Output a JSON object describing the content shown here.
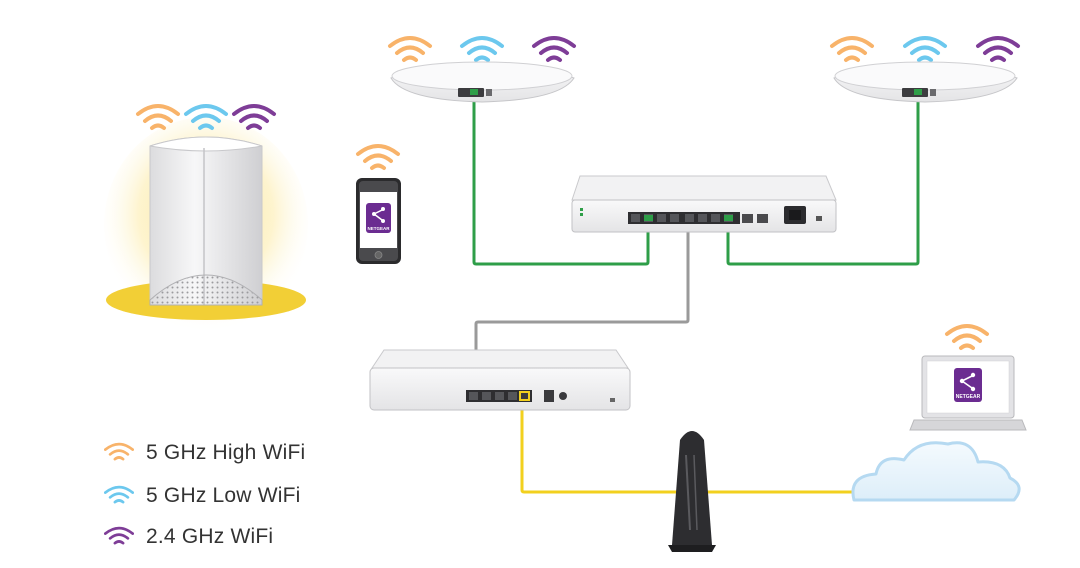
{
  "colors": {
    "wifi_high": "#F8B36A",
    "wifi_low": "#6CC8EE",
    "wifi_24": "#7E3D97",
    "cable_green": "#2E9E48",
    "cable_gray": "#9A9A9A",
    "cable_yellow": "#F2D01E",
    "netgear_purple": "#6B2C91",
    "device_white": "#F3F3F4"
  },
  "devices": {
    "phone_app_label": "NETGEAR",
    "laptop_app_label": "NETGEAR"
  },
  "legend": [
    {
      "icon": "wifi-5ghz-high-icon",
      "label": "5 GHz High WiFi",
      "color": "#F8B36A"
    },
    {
      "icon": "wifi-5ghz-low-icon",
      "label": "5 GHz Low WiFi",
      "color": "#6CC8EE"
    },
    {
      "icon": "wifi-2.4ghz-icon",
      "label": "2.4 GHz WiFi",
      "color": "#7E3D97"
    }
  ]
}
